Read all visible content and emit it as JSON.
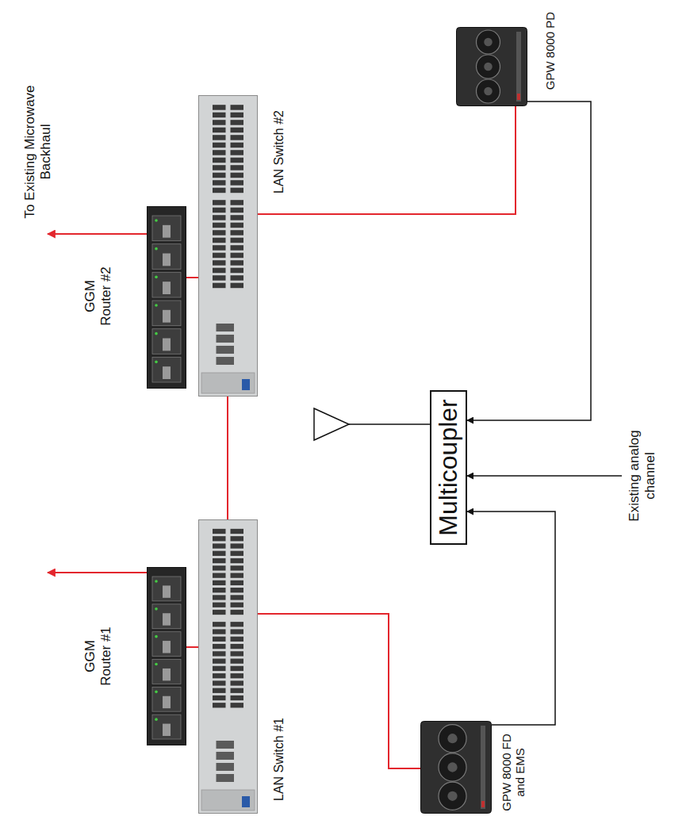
{
  "diagram": {
    "nodes": [
      {
        "text": [
          "GGM Router #1"
        ]
      },
      {
        "text": [
          "GGM Router #2"
        ]
      },
      {
        "text": [
          "LAN Switch #1"
        ]
      },
      {
        "text": [
          "LAN Switch #2"
        ]
      },
      {
        "text": [
          "GPW 8000 FD and EMS"
        ]
      },
      {
        "text": [
          "Multicoupler"
        ]
      },
      {
        "text": [
          "GPW 8000 PD"
        ]
      }
    ],
    "edges": [
      {
        "from": 0,
        "to": 2,
        "arrow": "none"
      },
      {
        "from": 1,
        "to": 3,
        "arrow": "none"
      },
      {
        "from": 2,
        "to": 3,
        "arrow": "none"
      },
      {
        "from": 2,
        "to": 4,
        "arrow": "none"
      },
      {
        "from": 3,
        "to": 6,
        "arrow": "none"
      },
      {
        "from": 6,
        "to": 5,
        "arrow": "to"
      },
      {
        "from": 4,
        "to": 5,
        "arrow": "to"
      }
    ],
    "labels": [
      "To Existing Microwave Backhaul",
      "Existing analog channel"
    ]
  }
}
